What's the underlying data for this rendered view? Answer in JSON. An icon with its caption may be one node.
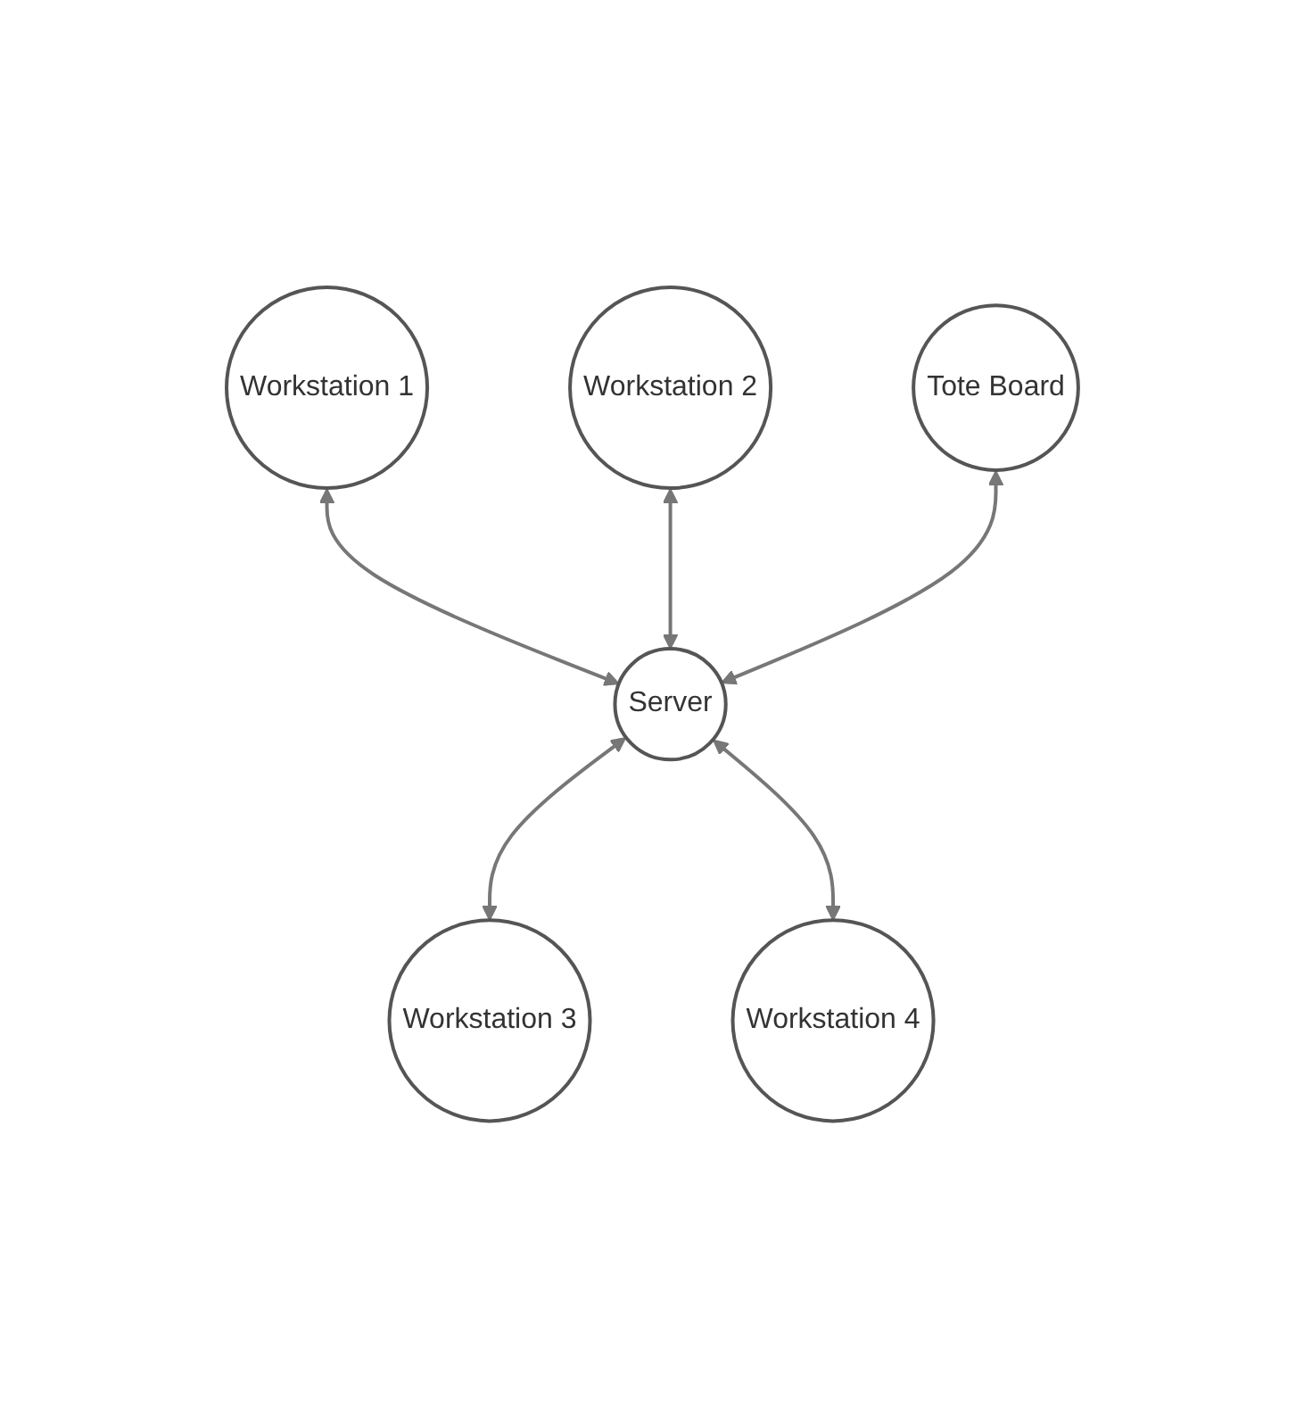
{
  "diagram": {
    "nodes": [
      {
        "text": [
          "Workstation 1"
        ]
      },
      {
        "text": [
          "Workstation 2"
        ]
      },
      {
        "text": [
          "Tote Board"
        ]
      },
      {
        "text": [
          "Server"
        ]
      },
      {
        "text": [
          "Workstation 3"
        ]
      },
      {
        "text": [
          "Workstation 4"
        ]
      }
    ],
    "edges": [
      {
        "from": 0,
        "to": 3,
        "arrow": "both"
      },
      {
        "from": 1,
        "to": 3,
        "arrow": "both"
      },
      {
        "from": 2,
        "to": 3,
        "arrow": "both"
      },
      {
        "from": 3,
        "to": 4,
        "arrow": "both"
      },
      {
        "from": 3,
        "to": 5,
        "arrow": "both"
      }
    ]
  }
}
